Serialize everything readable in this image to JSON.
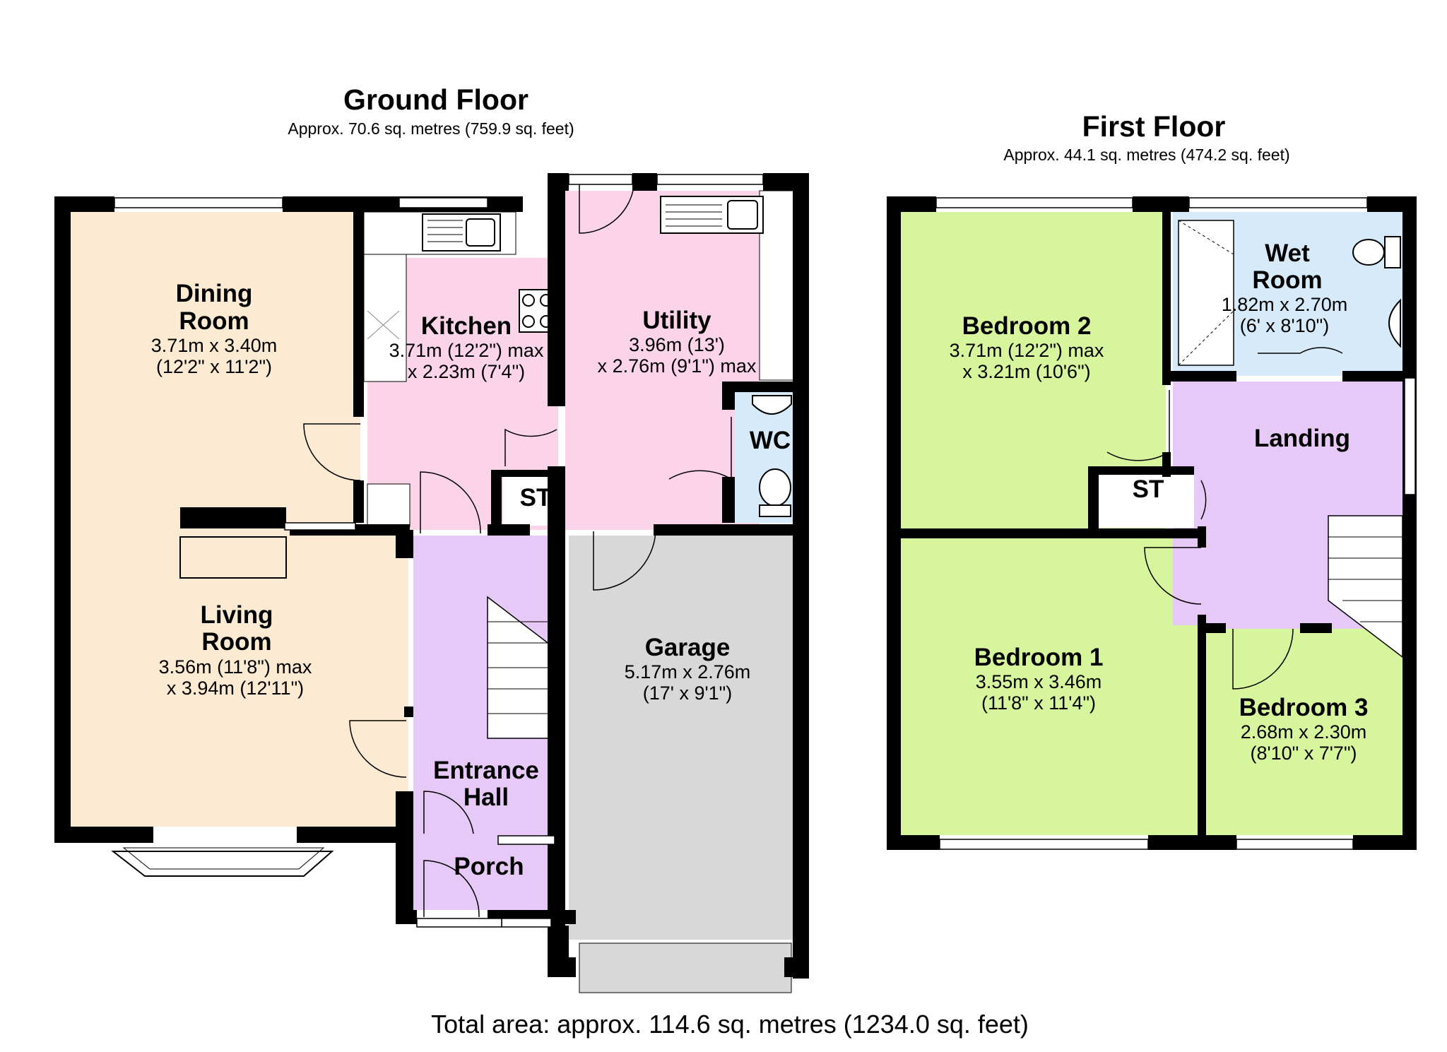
{
  "ground_floor": {
    "title": "Ground Floor",
    "area": "Approx. 70.6 sq. metres (759.9 sq. feet)",
    "rooms": {
      "dining": {
        "name1": "Dining",
        "name2": "Room",
        "dim1": "3.71m x 3.40m",
        "dim2": "(12'2\" x 11'2\")"
      },
      "living": {
        "name1": "Living",
        "name2": "Room",
        "dim1": "3.56m (11'8\") max",
        "dim2": "x 3.94m (12'11\")"
      },
      "kitchen": {
        "name": "Kitchen",
        "dim1": "3.71m (12'2\") max",
        "dim2": "x 2.23m (7'4\")"
      },
      "utility": {
        "name": "Utility",
        "dim1": "3.96m (13')",
        "dim2": "x 2.76m (9'1\") max"
      },
      "wc": {
        "name": "WC"
      },
      "store": {
        "name": "ST"
      },
      "garage": {
        "name": "Garage",
        "dim1": "5.17m x 2.76m",
        "dim2": "(17' x 9'1\")"
      },
      "entrance_hall": {
        "name1": "Entrance",
        "name2": "Hall"
      },
      "porch": {
        "name": "Porch"
      }
    }
  },
  "first_floor": {
    "title": "First Floor",
    "area": "Approx. 44.1 sq. metres (474.2 sq. feet)",
    "rooms": {
      "bedroom2": {
        "name": "Bedroom 2",
        "dim1": "3.71m (12'2\") max",
        "dim2": "x 3.21m (10'6\")"
      },
      "wet_room": {
        "name1": "Wet",
        "name2": "Room",
        "dim1": "1.82m x 2.70m",
        "dim2": "(6' x 8'10\")"
      },
      "landing": {
        "name": "Landing"
      },
      "store": {
        "name": "ST"
      },
      "bedroom1": {
        "name": "Bedroom 1",
        "dim1": "3.55m x 3.46m",
        "dim2": "(11'8\" x 11'4\")"
      },
      "bedroom3": {
        "name": "Bedroom 3",
        "dim1": "2.68m x 2.30m",
        "dim2": "(8'10\" x 7'7\")"
      }
    }
  },
  "total_area": "Total area: approx. 114.6 sq. metres (1234.0 sq. feet)",
  "colors": {
    "wall": "#000000",
    "living_dining": "#fcebd2",
    "kitchen_utility": "#fbd4ea",
    "hall_porch_landing": "#e6c9f7",
    "garage": "#d8d8d8",
    "wc_wetroom": "#d6eafa",
    "bedrooms": "#d7f59c",
    "cupboard": "#ffffff"
  }
}
